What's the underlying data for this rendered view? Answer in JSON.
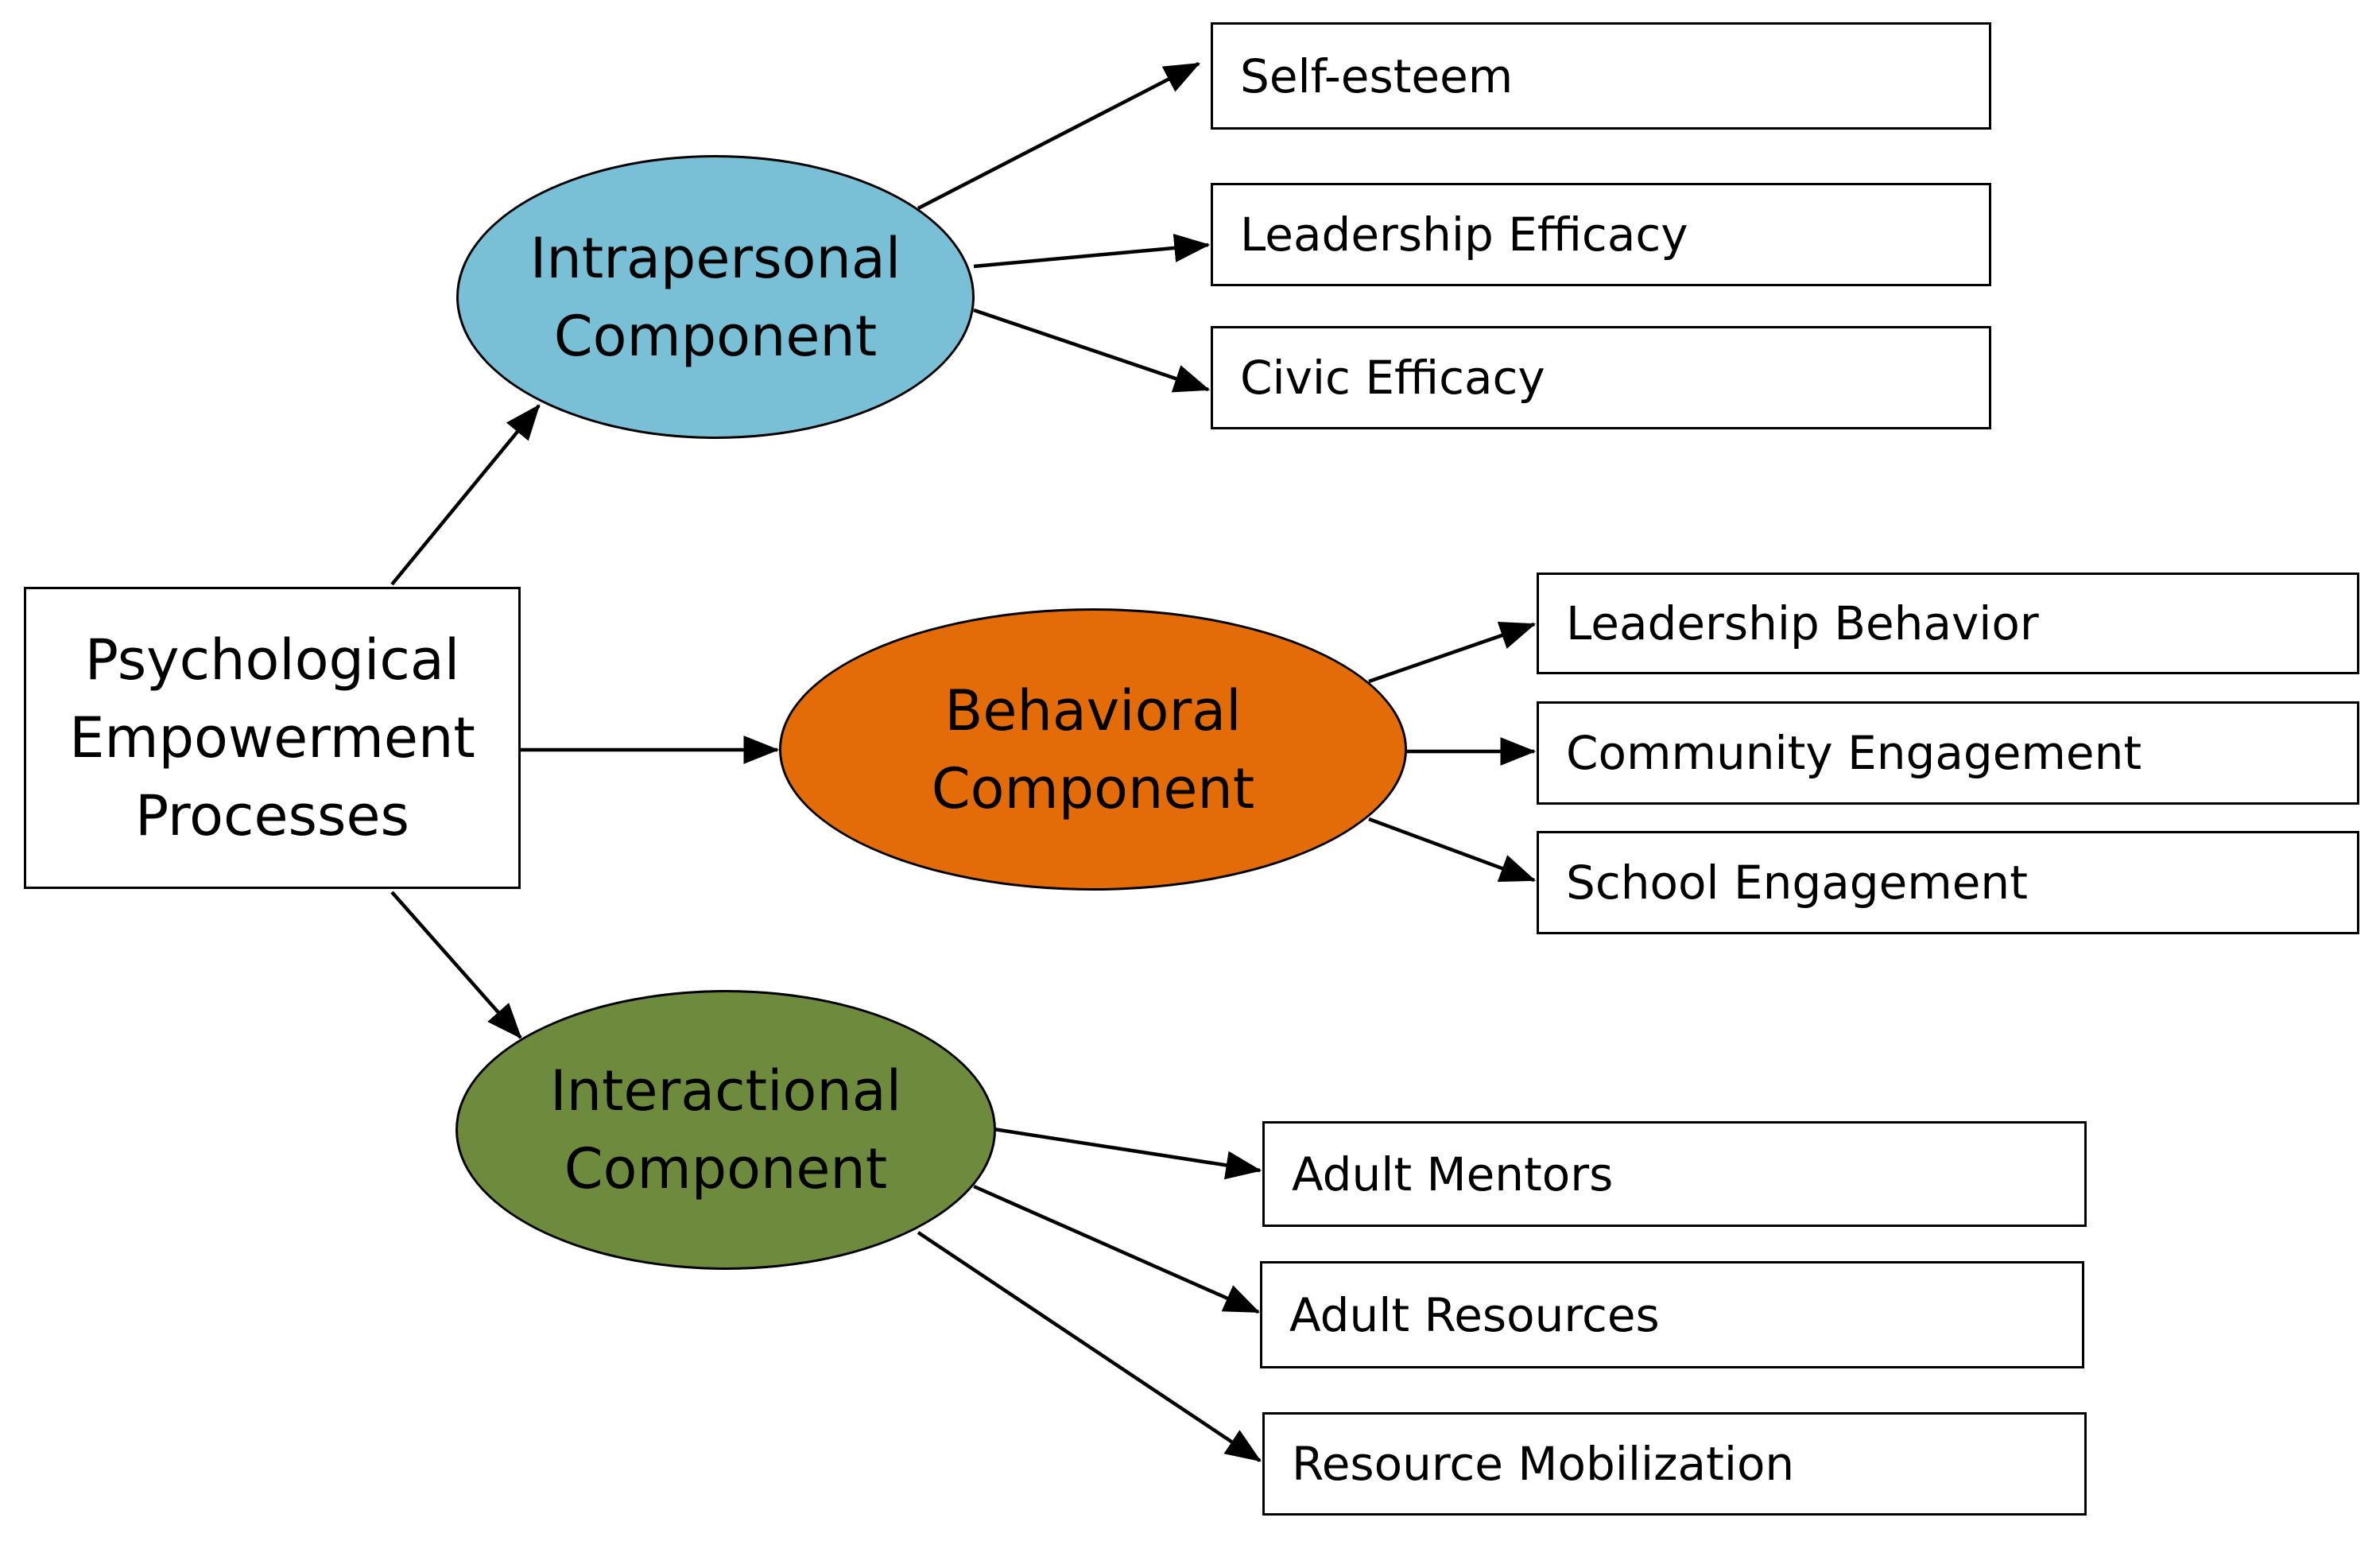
{
  "root": {
    "lines": [
      "Psychological",
      "Empowerment",
      "Processes"
    ]
  },
  "components": {
    "intrapersonal": {
      "lines": [
        "Intrapersonal",
        "Component"
      ],
      "color": "#79c0d7"
    },
    "behavioral": {
      "lines": [
        "Behavioral",
        "Component"
      ],
      "color": "#e36c09"
    },
    "interactional": {
      "lines": [
        "Interactional",
        "Component"
      ],
      "color": "#6e8b3d"
    }
  },
  "outcomes": {
    "intrapersonal": [
      "Self-esteem",
      "Leadership  Efficacy",
      "Civic Efficacy"
    ],
    "behavioral": [
      "Leadership  Behavior",
      "Community Engagement",
      "School Engagement"
    ],
    "interactional": [
      "Adult Mentors",
      "Adult Resources",
      "Resource  Mobilization"
    ]
  }
}
